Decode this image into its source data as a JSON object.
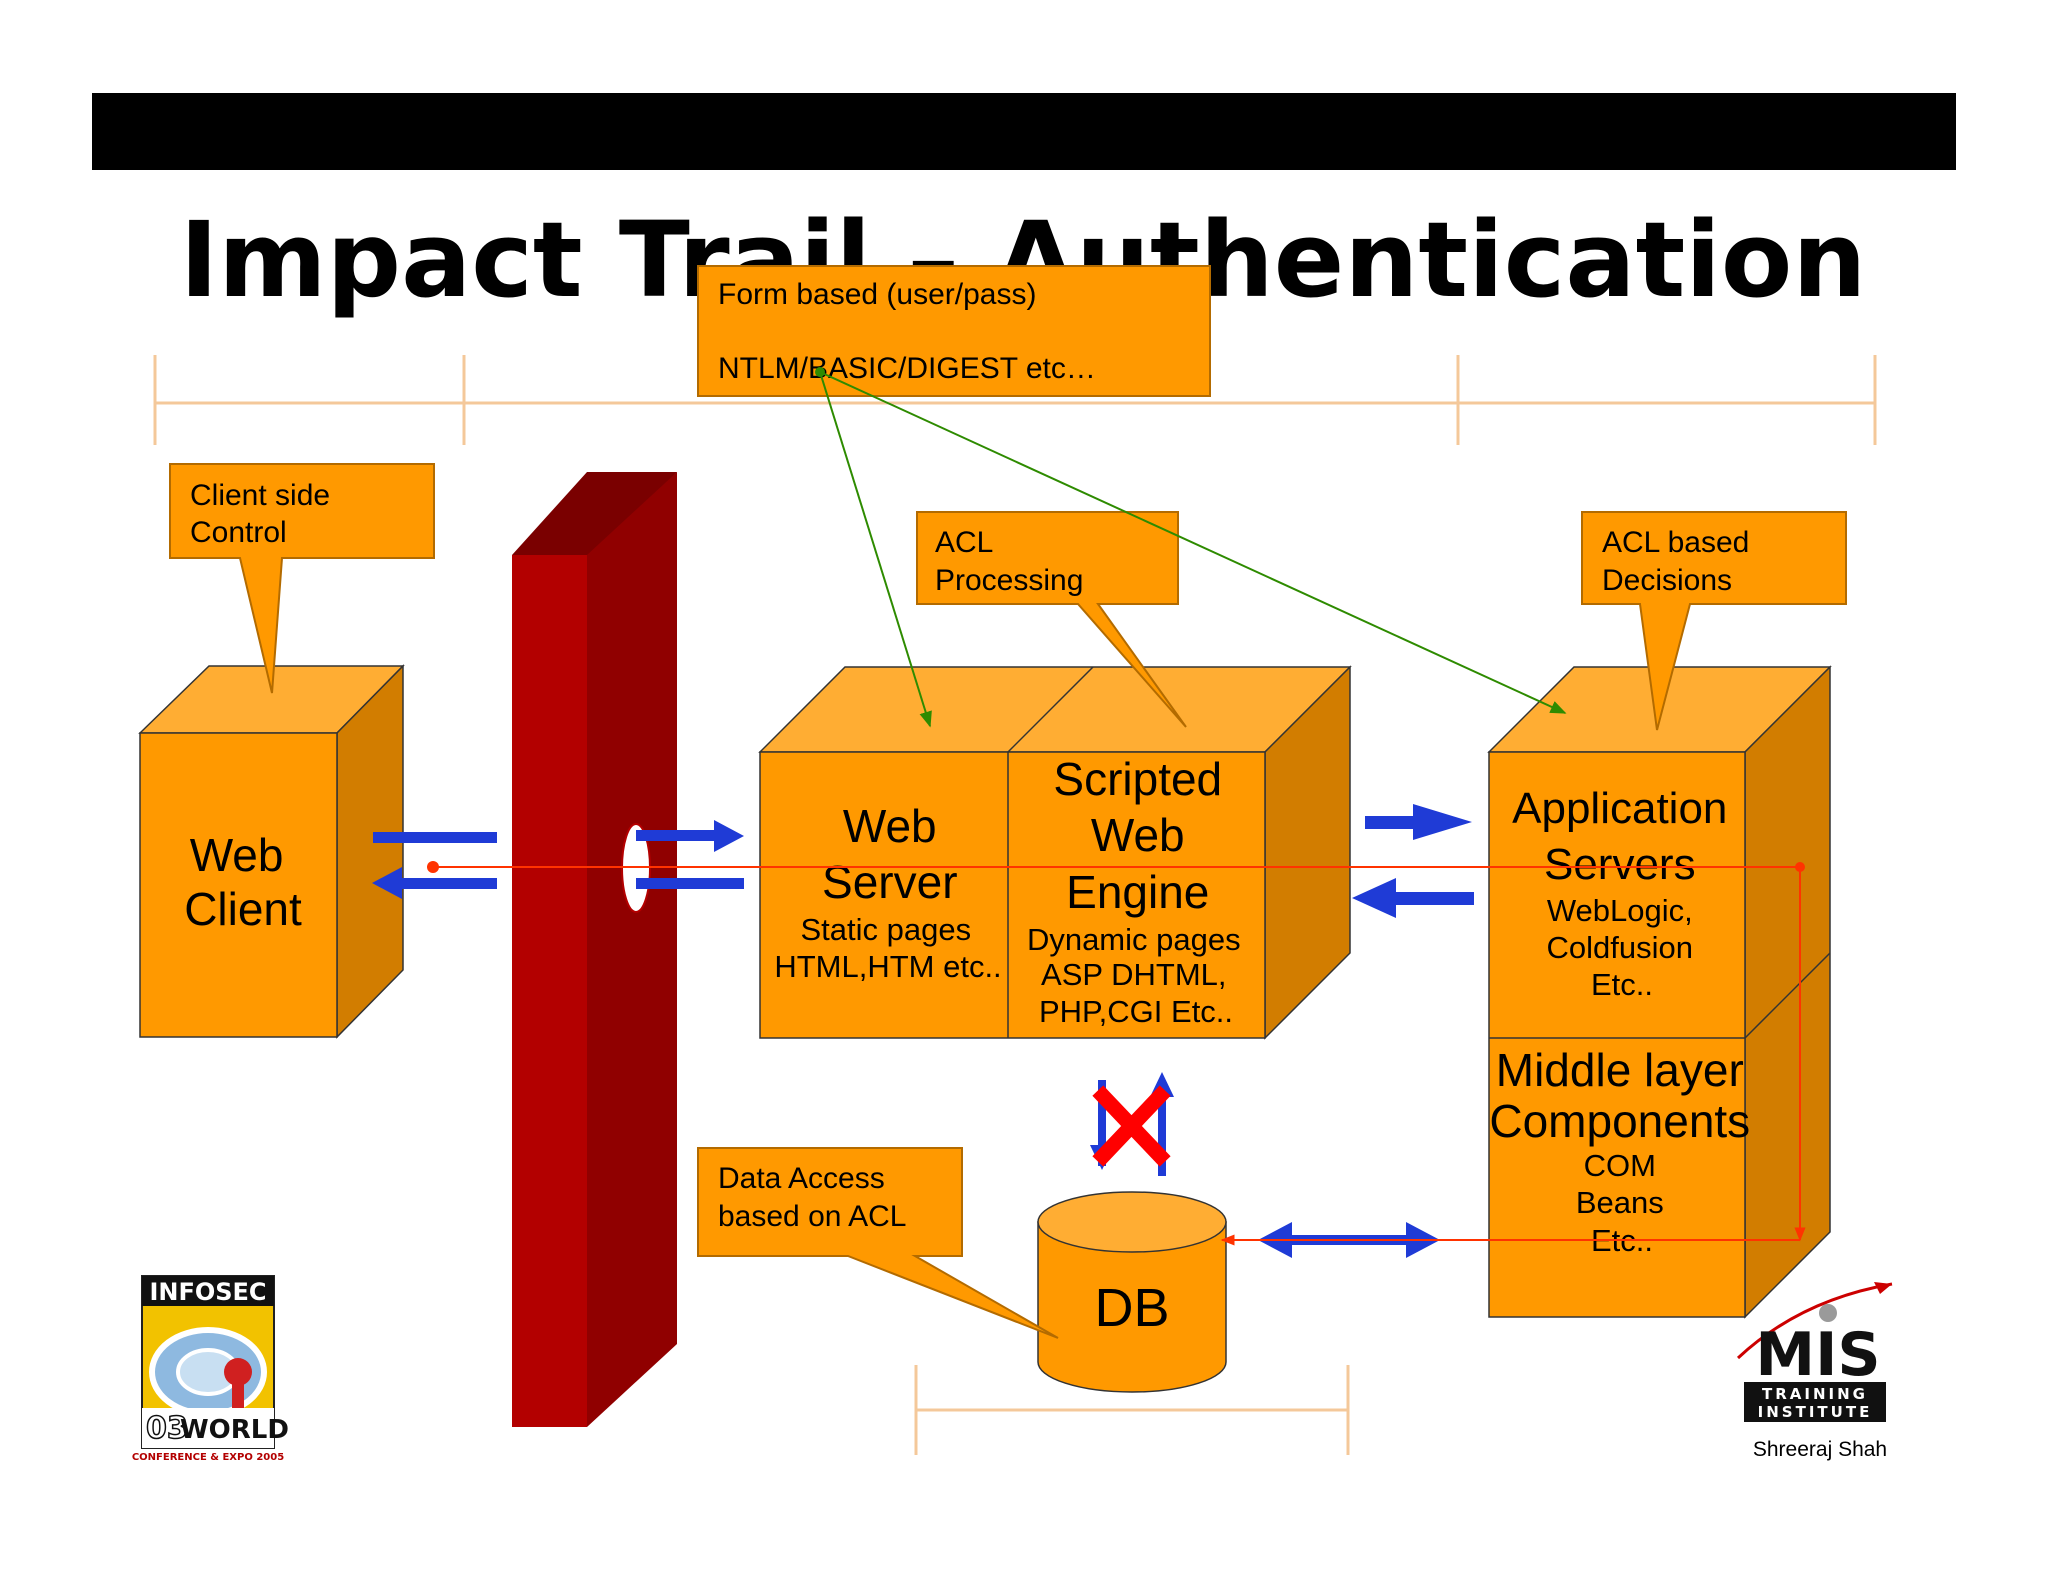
{
  "slide": {
    "title": "Impact Trail – Authentication",
    "signature": "Shreeraj Shah"
  },
  "callouts": {
    "form": {
      "line1": "Form based (user/pass)",
      "line2": "NTLM/BASIC/DIGEST etc…"
    },
    "client": {
      "line1": "Client side",
      "line2": "Control"
    },
    "acl_processing": {
      "line1": "ACL",
      "line2": "Processing"
    },
    "acl_decisions": {
      "line1": "ACL based",
      "line2": "Decisions"
    },
    "data_access": {
      "line1": "Data Access",
      "line2": "based on ACL"
    }
  },
  "components": {
    "web_client": {
      "line1": "Web",
      "line2": "Client"
    },
    "web_server": {
      "line1": "Web",
      "line2": "Server",
      "line3": "Static pages",
      "line4": "HTML,HTM etc.."
    },
    "script_engine": {
      "line1": "Scripted",
      "line2": "Web",
      "line3": "Engine",
      "line4": "Dynamic pages",
      "line5": "ASP DHTML,",
      "line6": "PHP,CGI Etc.."
    },
    "app_servers": {
      "line1": "Application",
      "line2": "Servers",
      "line3": "WebLogic,",
      "line4": "Coldfusion",
      "line5": "Etc.."
    },
    "middle_layer": {
      "line1": "Middle layer",
      "line2": "Components",
      "line3": "COM",
      "line4": "Beans",
      "line5": "Etc.."
    },
    "db": {
      "label": "DB"
    }
  },
  "logos": {
    "infosec": {
      "top": "INFOSEC",
      "year": "03",
      "world": "WORLD",
      "sub": "CONFERENCE & EXPO 2005"
    },
    "mis": {
      "name": "MIS",
      "line1": "TRAINING",
      "line2": "INSTITUTE"
    }
  },
  "colors": {
    "box_front": "#ff9900",
    "box_top": "#ffad33",
    "box_side": "#d27d00",
    "firewall": "#b30000",
    "arrow_blue": "#1f3bd6",
    "trace_red": "#ff3300",
    "trace_green": "#2e8b00",
    "bracket": "#f4c89a"
  }
}
